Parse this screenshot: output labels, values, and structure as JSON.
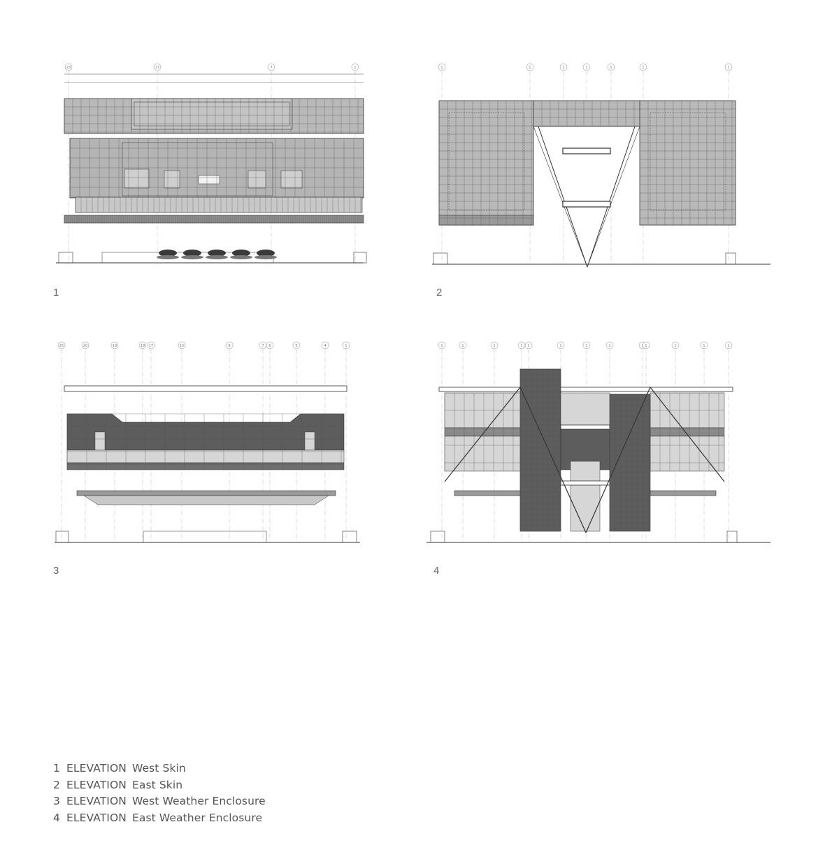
{
  "panels": [
    {
      "number": "1",
      "grid_bubbles": [
        "23",
        "17",
        "7",
        "1"
      ]
    },
    {
      "number": "2",
      "grid_bubbles": [
        "1",
        "1",
        "1",
        "1",
        "1",
        "1",
        "1"
      ]
    },
    {
      "number": "3",
      "grid_bubbles": [
        "25",
        "20",
        "19",
        "18",
        "17",
        "15",
        "9",
        "7",
        "6",
        "5",
        "4",
        "1"
      ]
    },
    {
      "number": "4",
      "grid_bubbles": [
        "1",
        "1",
        "1",
        "1",
        "1",
        "1",
        "1",
        "1",
        "1",
        "1",
        "1",
        "1",
        "1",
        "1",
        "1"
      ]
    }
  ],
  "legend": [
    {
      "number": "1",
      "kind": "ELEVATION",
      "title": "West Skin"
    },
    {
      "number": "2",
      "kind": "ELEVATION",
      "title": "East Skin"
    },
    {
      "number": "3",
      "kind": "ELEVATION",
      "title": "West Weather Enclosure"
    },
    {
      "number": "4",
      "kind": "ELEVATION",
      "title": "East Weather Enclosure"
    }
  ],
  "colors": {
    "skin_fill": "#b9b9b9",
    "dark_panel": "#5d5d5d",
    "glass": "#d6d6d6",
    "line": "#333333"
  }
}
